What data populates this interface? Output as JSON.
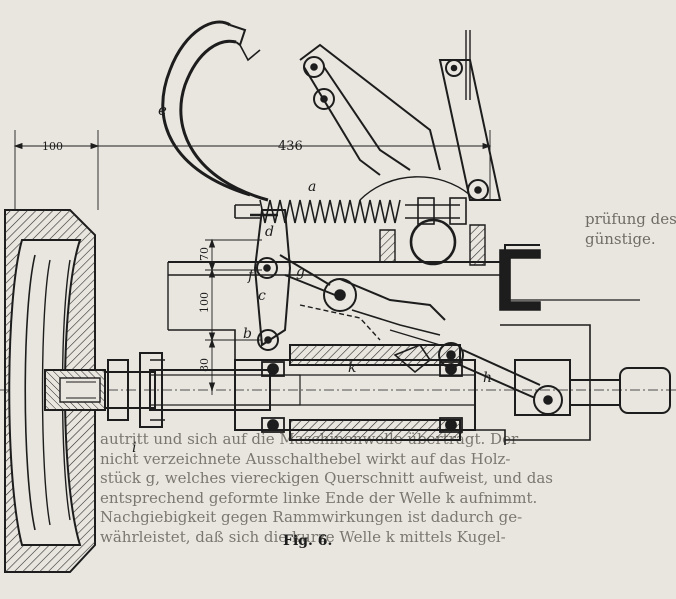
{
  "figure": {
    "caption": "Fig. 6."
  },
  "dimensions": {
    "d100_top": "100",
    "d436": "436",
    "d70": "70",
    "d100_mid": "100",
    "d80": "80"
  },
  "labels": {
    "a": "a",
    "b": "b",
    "c": "c",
    "d": "d",
    "e": "e",
    "f": "f",
    "g": "g",
    "h": "h",
    "i": "i",
    "k": "k"
  },
  "bleed_text": {
    "right_column": [
      "prüfung des K",
      "günstige.",
      "",
      "",
      "",
      "",
      "",
      "",
      "",
      "",
      "",
      "",
      ""
    ],
    "bottom_lines": [
      "autritt und sich auf die Maschinenwelle überträgt. Der",
      "nicht verzeichnete Ausschalthebel wirkt auf das Holz-",
      "stück g, welches viereckigen Querschnitt aufweist, und das",
      "entsprechend geformte linke Ende der Welle k aufnimmt.",
      "Nachgiebigkeit gegen Rammwirkungen ist dadurch ge-",
      "währleistet, daß sich die kurze Welle k mittels Kugel-"
    ]
  }
}
